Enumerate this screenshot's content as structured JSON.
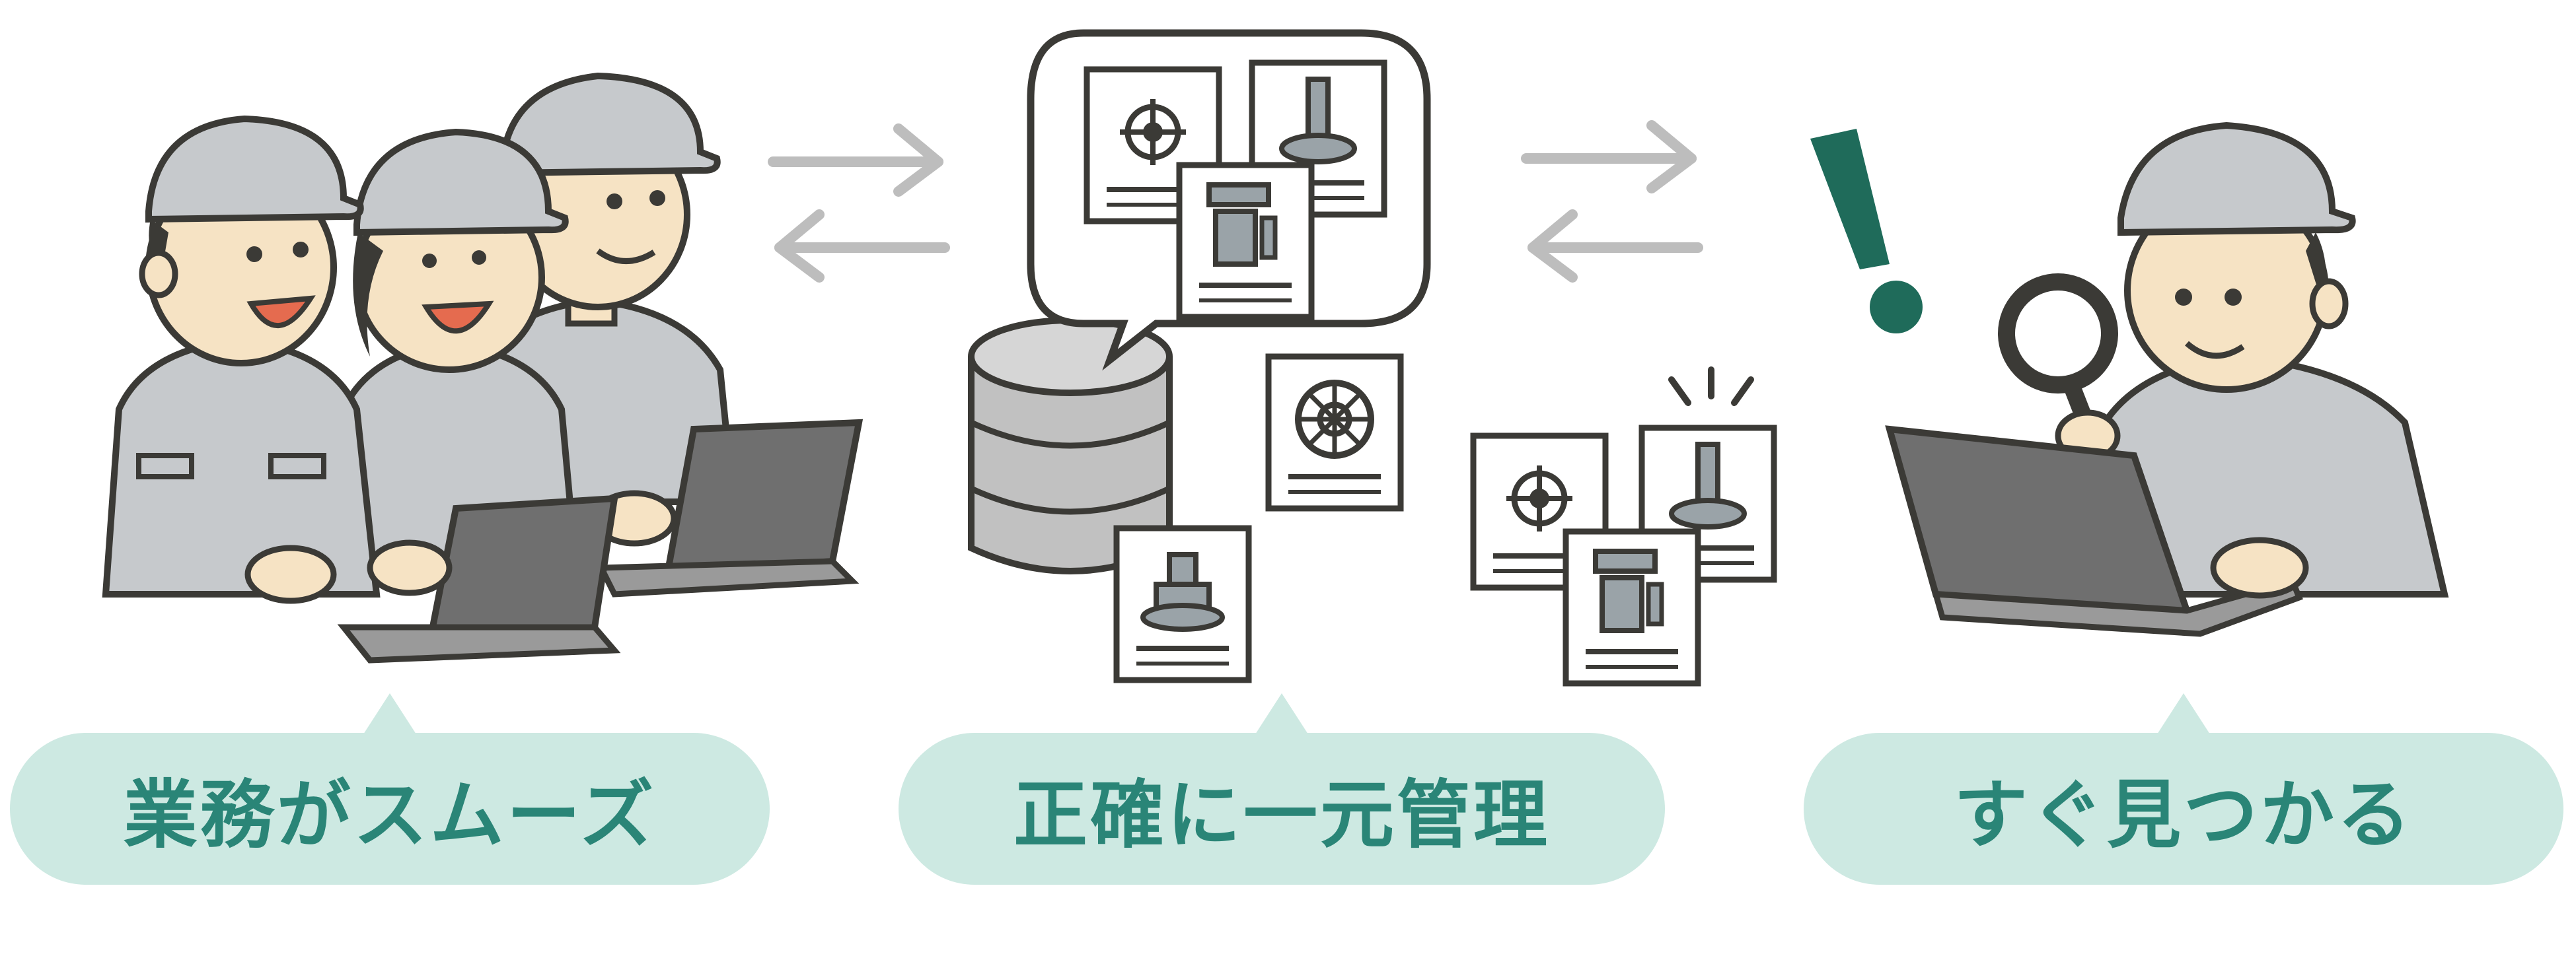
{
  "labels": {
    "left": "業務がスムーズ",
    "center": "正確に一元管理",
    "right": "すぐ見つかる"
  },
  "colors": {
    "pill_background": "#cde9e2",
    "label_text": "#2a8577",
    "accent_exclamation": "#1f6b5a",
    "uniform_gray": "#c6c9cc",
    "skin": "#f6e3c4",
    "outline": "#3b3a36",
    "laptop": "#6f6f6f",
    "arrow_gray": "#bdbdbd"
  },
  "icons": [
    "worker-group",
    "bidirectional-arrows",
    "database-icon",
    "speech-bubble",
    "document-icon",
    "magnifier-icon",
    "laptop-icon",
    "exclamation-icon"
  ]
}
